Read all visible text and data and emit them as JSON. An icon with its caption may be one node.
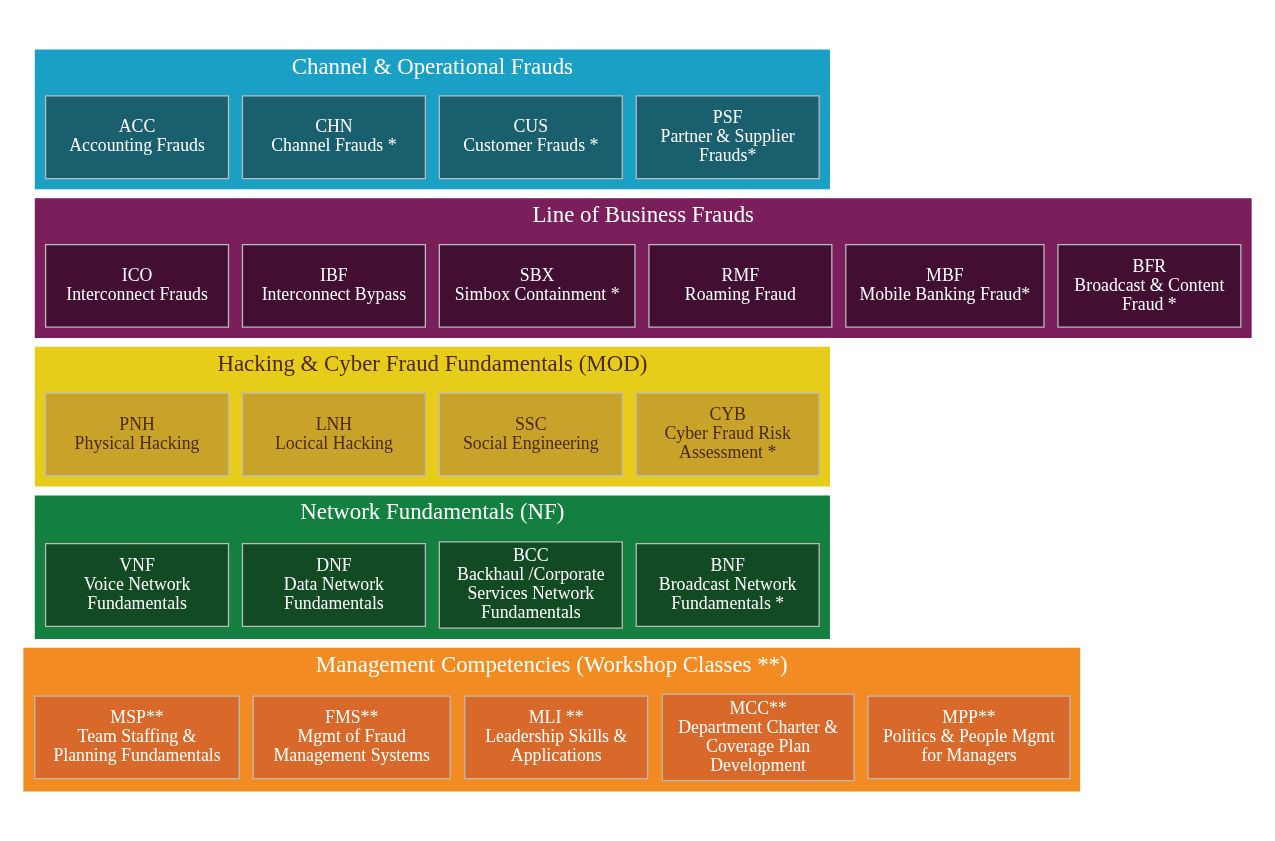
{
  "diagram": {
    "nodes": [
      {
        "text": [
          "Channel & Operational Frauds"
        ]
      },
      {
        "text": [
          "ACC",
          "Accounting Frauds"
        ],
        "in": 0
      },
      {
        "text": [
          "CHN",
          "Channel Frauds *"
        ],
        "in": 0
      },
      {
        "text": [
          "CUS",
          "Customer Frauds *"
        ],
        "in": 0
      },
      {
        "text": [
          "PSF",
          "Partner & Supplier Frauds*"
        ],
        "in": 0
      },
      {
        "text": [
          "Line of Business Frauds"
        ]
      },
      {
        "text": [
          "ICO",
          "Interconnect Frauds"
        ],
        "in": 5
      },
      {
        "text": [
          "IBF",
          "Interconnect Bypass"
        ],
        "in": 5
      },
      {
        "text": [
          "SBX",
          "Simbox Containment *"
        ],
        "in": 5
      },
      {
        "text": [
          "RMF",
          "Roaming Fraud"
        ],
        "in": 5
      },
      {
        "text": [
          "MBF",
          "Mobile Banking Fraud*"
        ],
        "in": 5
      },
      {
        "text": [
          "BFR",
          "Broadcast & Content Fraud *"
        ],
        "in": 5
      },
      {
        "text": [
          "Hacking & Cyber Fraud Fundamentals (MOD)"
        ]
      },
      {
        "text": [
          "PNH",
          "Physical Hacking"
        ],
        "in": 12
      },
      {
        "text": [
          "LNH",
          "Locical Hacking"
        ],
        "in": 12
      },
      {
        "text": [
          "SSC",
          "Social Engineering"
        ],
        "in": 12
      },
      {
        "text": [
          "CYB",
          "Cyber Fraud Risk Assessment *"
        ],
        "in": 12
      },
      {
        "text": [
          "Network Fundamentals (NF)"
        ]
      },
      {
        "text": [
          "VNF",
          "Voice Network Fundamentals"
        ],
        "in": 17
      },
      {
        "text": [
          "DNF",
          "Data Network Fundamentals"
        ],
        "in": 17
      },
      {
        "text": [
          "BCC",
          "Backhaul /Corporate Services Network Fundamentals"
        ],
        "in": 17
      },
      {
        "text": [
          "BNF",
          "Broadcast Network Fundamentals *"
        ],
        "in": 17
      },
      {
        "text": [
          "Management Competencies (Workshop Classes **)"
        ]
      },
      {
        "text": [
          "MSP**",
          "Team Staffing & Planning Fundamentals"
        ],
        "in": 22
      },
      {
        "text": [
          "FMS**",
          "Mgmt of Fraud Management Systems"
        ],
        "in": 22
      },
      {
        "text": [
          "MLI **",
          "Leadership Skills & Applications"
        ],
        "in": 22
      },
      {
        "text": [
          "MCC**",
          "Department Charter & Coverage Plan Development"
        ],
        "in": 22
      },
      {
        "text": [
          "MPP**",
          "Politics & People Mgmt for Managers"
        ],
        "in": 22
      }
    ]
  }
}
